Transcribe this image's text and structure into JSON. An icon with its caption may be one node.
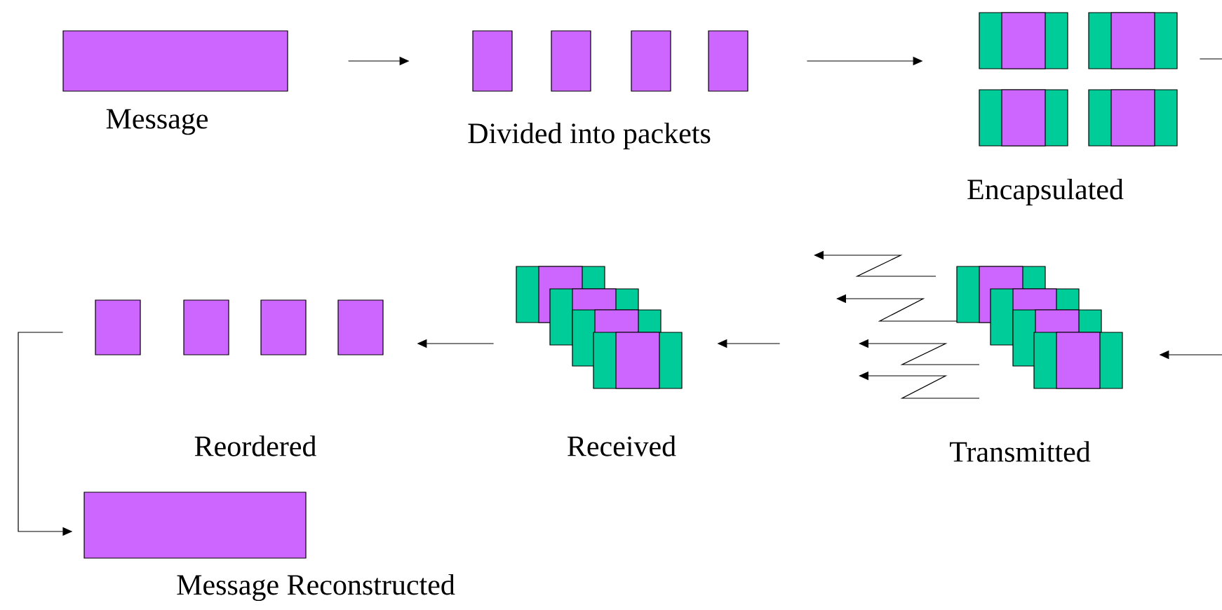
{
  "diagram": {
    "nodes": [
      {
        "text": [
          "Message"
        ]
      },
      {
        "text": [
          "Divided into packets"
        ]
      },
      {
        "text": [
          "Encapsulated"
        ]
      },
      {
        "text": [
          "Transmitted"
        ]
      },
      {
        "text": [
          "Received"
        ]
      },
      {
        "text": [
          "Reordered"
        ]
      },
      {
        "text": [
          "Message Reconstructed"
        ]
      }
    ],
    "edges": [
      {
        "from": 0,
        "to": 1,
        "arrow": "to"
      },
      {
        "from": 1,
        "to": 2,
        "arrow": "to"
      },
      {
        "from": 2,
        "to": 3,
        "arrow": "to"
      },
      {
        "from": 3,
        "to": 4,
        "arrow": "to"
      },
      {
        "from": 4,
        "to": 5,
        "arrow": "to"
      },
      {
        "from": 5,
        "to": 6,
        "arrow": "to"
      }
    ]
  }
}
